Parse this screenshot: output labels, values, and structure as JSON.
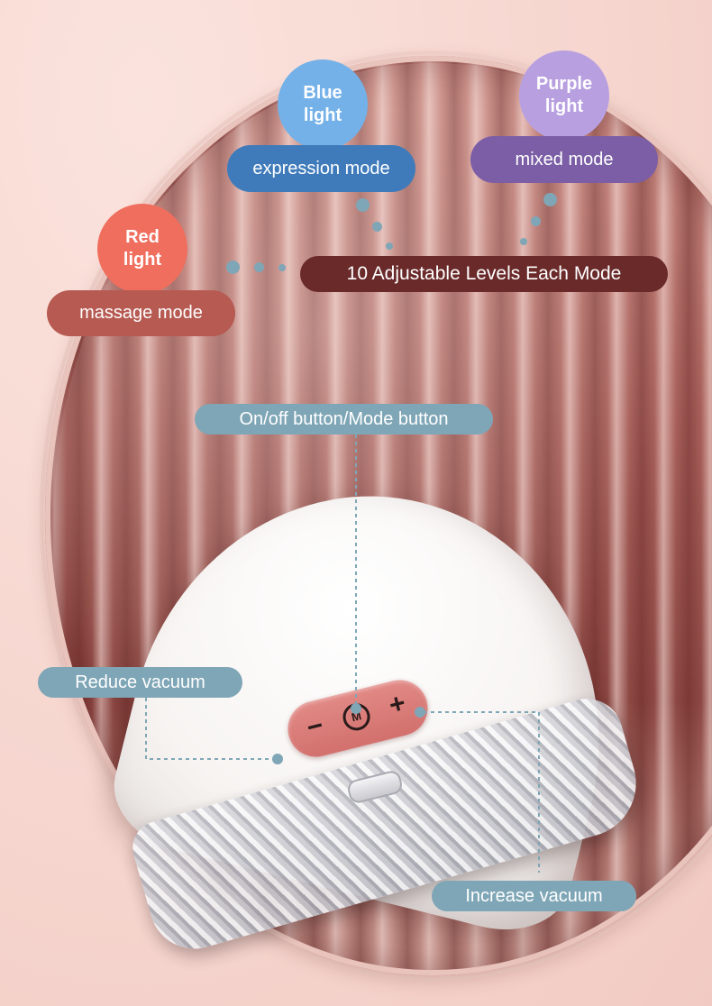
{
  "lights": {
    "blue": {
      "line1": "Blue",
      "line2": "light",
      "mode": "expression mode",
      "color": "#74b1e8"
    },
    "purple": {
      "line1": "Purple",
      "line2": "light",
      "mode": "mixed mode",
      "color": "#b89fe0"
    },
    "red": {
      "line1": "Red",
      "line2": "light",
      "mode": "massage mode",
      "color": "#ef6e5e"
    }
  },
  "levels_label": "10 Adjustable Levels Each Mode",
  "callouts": {
    "onoff": "On/off button/Mode button",
    "reduce": "Reduce vacuum",
    "increase": "Increase vacuum"
  },
  "device": {
    "minus_symbol": "−",
    "plus_symbol": "+",
    "power_symbol": "M",
    "icons": [
      "minus-icon",
      "power-mode-icon",
      "plus-icon"
    ]
  },
  "colors": {
    "accent_blue": "#3f7bbb",
    "accent_purple": "#7b5ea6",
    "accent_red": "#b65a52",
    "callout": "#7fa6b6",
    "levels_bg": "#6a2a2a"
  }
}
